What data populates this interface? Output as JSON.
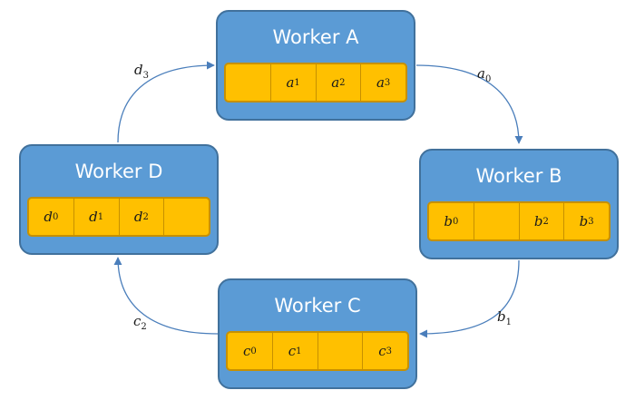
{
  "colors": {
    "worker_fill": "#5b9bd5",
    "worker_border": "#41719c",
    "cell_fill": "#ffc000",
    "cell_border": "#c79000",
    "arrow": "#4a7ebb"
  },
  "workers": {
    "a": {
      "title": "Worker A",
      "cells": [
        {
          "base": "",
          "sub": ""
        },
        {
          "base": "a",
          "sub": "1"
        },
        {
          "base": "a",
          "sub": "2"
        },
        {
          "base": "a",
          "sub": "3"
        }
      ]
    },
    "b": {
      "title": "Worker B",
      "cells": [
        {
          "base": "b",
          "sub": "0"
        },
        {
          "base": "",
          "sub": ""
        },
        {
          "base": "b",
          "sub": "2"
        },
        {
          "base": "b",
          "sub": "3"
        }
      ]
    },
    "c": {
      "title": "Worker C",
      "cells": [
        {
          "base": "c",
          "sub": "0"
        },
        {
          "base": "c",
          "sub": "1"
        },
        {
          "base": "",
          "sub": ""
        },
        {
          "base": "c",
          "sub": "3"
        }
      ]
    },
    "d": {
      "title": "Worker D",
      "cells": [
        {
          "base": "d",
          "sub": "0"
        },
        {
          "base": "d",
          "sub": "1"
        },
        {
          "base": "d",
          "sub": "2"
        },
        {
          "base": "",
          "sub": ""
        }
      ]
    }
  },
  "edges": {
    "a_to_b": {
      "base": "a",
      "sub": "0"
    },
    "b_to_c": {
      "base": "b",
      "sub": "1"
    },
    "c_to_d": {
      "base": "c",
      "sub": "2"
    },
    "d_to_a": {
      "base": "d",
      "sub": "3"
    }
  }
}
